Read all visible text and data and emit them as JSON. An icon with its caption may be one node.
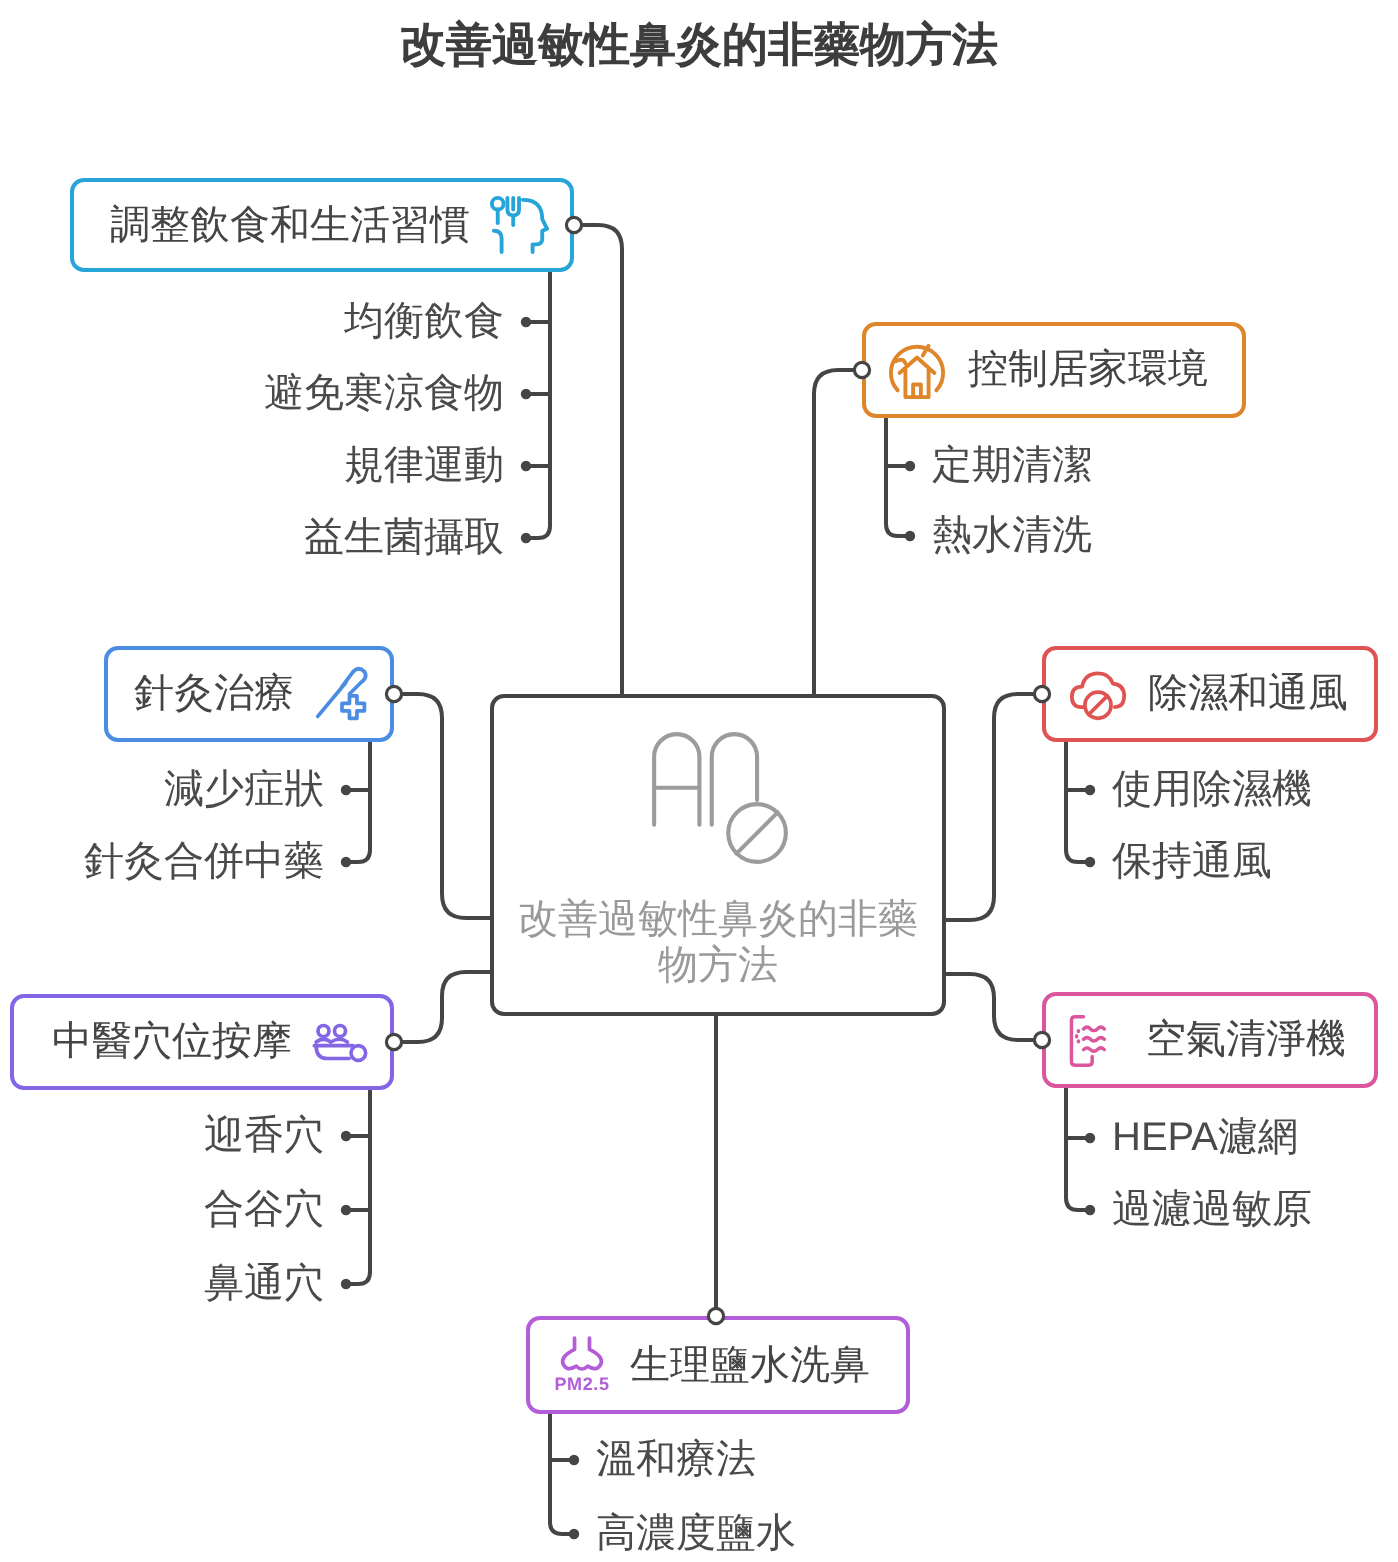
{
  "diagram": {
    "title": "改善過敏性鼻炎的非藥物方法",
    "nodes": [
      {
        "text": [
          "改善過敏性鼻炎的非藥物方法"
        ]
      },
      {
        "text": [
          "調整飲食和生活習慣"
        ]
      },
      {
        "text": [
          "均衡飲食"
        ]
      },
      {
        "text": [
          "避免寒涼食物"
        ]
      },
      {
        "text": [
          "規律運動"
        ]
      },
      {
        "text": [
          "益生菌攝取"
        ]
      },
      {
        "text": [
          "控制居家環境"
        ]
      },
      {
        "text": [
          "定期清潔"
        ]
      },
      {
        "text": [
          "熱水清洗"
        ]
      },
      {
        "text": [
          "針灸治療"
        ]
      },
      {
        "text": [
          "減少症狀"
        ]
      },
      {
        "text": [
          "針灸合併中藥"
        ]
      },
      {
        "text": [
          "除濕和通風"
        ]
      },
      {
        "text": [
          "使用除濕機"
        ]
      },
      {
        "text": [
          "保持通風"
        ]
      },
      {
        "text": [
          "中醫穴位按摩"
        ]
      },
      {
        "text": [
          "迎香穴"
        ]
      },
      {
        "text": [
          "合谷穴"
        ]
      },
      {
        "text": [
          "鼻通穴"
        ]
      },
      {
        "text": [
          "空氣清淨機"
        ]
      },
      {
        "text": [
          "HEPA濾網"
        ]
      },
      {
        "text": [
          "過濾過敏原"
        ]
      },
      {
        "text": [
          "生理鹽水洗鼻"
        ]
      },
      {
        "text": [
          "溫和療法"
        ]
      },
      {
        "text": [
          "高濃度鹽水"
        ]
      }
    ],
    "edges": [
      {
        "from": 0,
        "to": 1,
        "arrow": "other"
      },
      {
        "from": 1,
        "to": 2,
        "arrow": "other"
      },
      {
        "from": 1,
        "to": 3,
        "arrow": "other"
      },
      {
        "from": 1,
        "to": 4,
        "arrow": "other"
      },
      {
        "from": 1,
        "to": 5,
        "arrow": "other"
      },
      {
        "from": 0,
        "to": 6,
        "arrow": "other"
      },
      {
        "from": 6,
        "to": 7,
        "arrow": "other"
      },
      {
        "from": 6,
        "to": 8,
        "arrow": "other"
      },
      {
        "from": 0,
        "to": 9,
        "arrow": "other"
      },
      {
        "from": 9,
        "to": 10,
        "arrow": "other"
      },
      {
        "from": 9,
        "to": 11,
        "arrow": "other"
      },
      {
        "from": 0,
        "to": 12,
        "arrow": "other"
      },
      {
        "from": 12,
        "to": 13,
        "arrow": "other"
      },
      {
        "from": 12,
        "to": 14,
        "arrow": "other"
      },
      {
        "from": 0,
        "to": 15,
        "arrow": "other"
      },
      {
        "from": 15,
        "to": 16,
        "arrow": "other"
      },
      {
        "from": 15,
        "to": 17,
        "arrow": "other"
      },
      {
        "from": 15,
        "to": 18,
        "arrow": "other"
      },
      {
        "from": 0,
        "to": 19,
        "arrow": "other"
      },
      {
        "from": 19,
        "to": 20,
        "arrow": "other"
      },
      {
        "from": 19,
        "to": 21,
        "arrow": "other"
      },
      {
        "from": 0,
        "to": 22,
        "arrow": "other"
      },
      {
        "from": 22,
        "to": 23,
        "arrow": "other"
      },
      {
        "from": 22,
        "to": 24,
        "arrow": "other"
      }
    ],
    "labels": [
      "PM2.5"
    ]
  }
}
